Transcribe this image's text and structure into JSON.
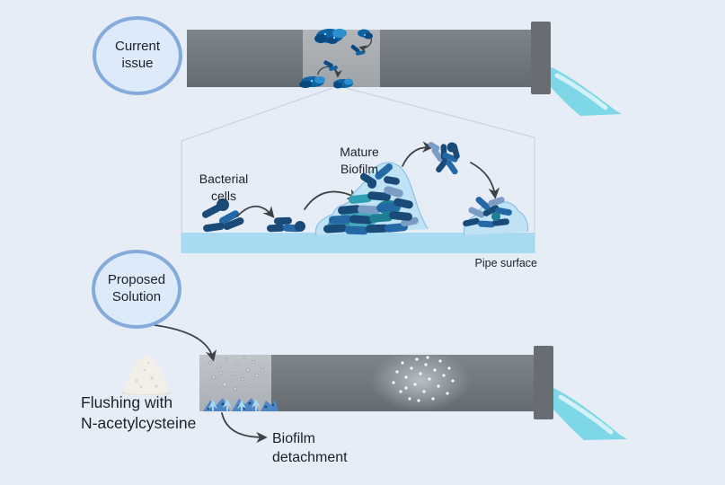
{
  "labels": {
    "current_issue": "Current\nissue",
    "proposed_solution": "Proposed\nSolution",
    "bacterial_cells": "Bacterial\ncells",
    "mature_biofilm": "Mature\nBiofilm",
    "pipe_surface": "Pipe surface",
    "flushing": "Flushing with\nN-acetylcysteine",
    "biofilm_detachment": "Biofilm\ndetachment"
  },
  "icons": {
    "curved-arrow-icon": "dark curved connector with triangular arrowhead",
    "detach-up-arrow-icon": "small light-blue upward arrow",
    "water-outflow-icon": "cyan water stream pouring from pipe end",
    "powder-pile-icon": "white mound of N-acetylcysteine powder",
    "bacteria-rod-icon": "blue rod-shaped bacterium",
    "bacteria-coccus-icon": "blue round bacterium"
  },
  "colors": {
    "bg": "#e7edf6",
    "text": "#1c2028",
    "bubbleFill": "#dceafa",
    "bubbleBorder": "#84abdc",
    "flange": "#676d72",
    "water": "#7dd7e6",
    "waterHi": "#ddf4f8",
    "surface": "#a8daf1",
    "env": "#bfe3f5",
    "envStroke": "#93c5e2",
    "rodD": "#1a4a78",
    "rodB": "#2468a5",
    "rodS": "#7b9cc4",
    "rodT": "#2f9fb3",
    "rodTD": "#1d7f92",
    "clA": "#0e63a2",
    "clB": "#0a4a80",
    "clC": "#2b8fd0",
    "speck": "#8ed4f4",
    "arrow": "#3d4246",
    "zoom": "#c6d5e8",
    "powder": "#f2efe9",
    "powderShade": "#ddd8cf",
    "dotGray": "#cdd2d7",
    "dotWhite": "#f4f8fa",
    "detachBlue": "#4e86c6",
    "detachArrow": "#a8d9f1"
  }
}
